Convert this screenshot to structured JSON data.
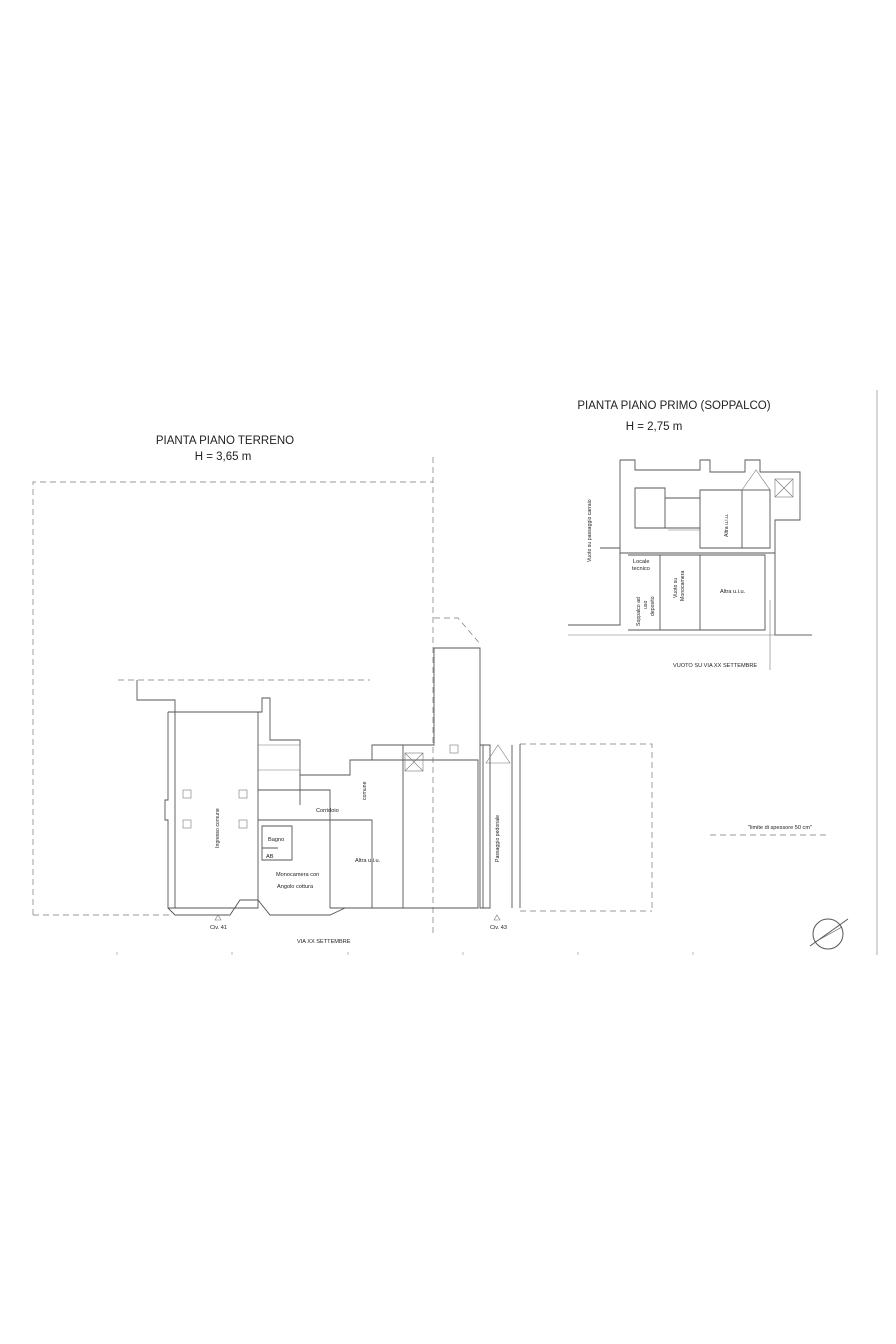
{
  "ground_floor": {
    "title": "PIANTA PIANO TERRENO",
    "height": "H = 3,65 m",
    "rooms": {
      "ingresso": "Ingresso comune",
      "comune": "comune",
      "corridoio": "Corridoio",
      "bagno": "Bagno",
      "ab": "AB",
      "monocamera_1": "Monocamera con",
      "monocamera_2": "Angolo cottura",
      "altra_uiu": "Altra u.i.u.",
      "passaggio": "Passaggio pedonale"
    },
    "civ_41": "Civ. 41",
    "civ_43": "Civ. 43",
    "street": "VIA XX SETTEMBRE"
  },
  "first_floor": {
    "title": "PIANTA PIANO PRIMO (SOPPALCO)",
    "height": "H = 2,75 m",
    "rooms": {
      "vuoto_carraio": "Vuoto su passaggio carraio",
      "altra_uiu_top": "Altra u.i.u.",
      "locale_1": "Locale",
      "locale_2": "tecnico",
      "soppalco_1": "Soppalco ad",
      "soppalco_2": "uso",
      "soppalco_3": "deposito",
      "vuoto_mono_1": "Vuoto su",
      "vuoto_mono_2": "Monocamera",
      "altra_uiu_bottom": "Altra u.i.u."
    },
    "vuoto_street": "VUOTO SU VIA XX SETTEMBRE"
  },
  "legend": {
    "label": "\"limite di spessore 50 cm\""
  }
}
